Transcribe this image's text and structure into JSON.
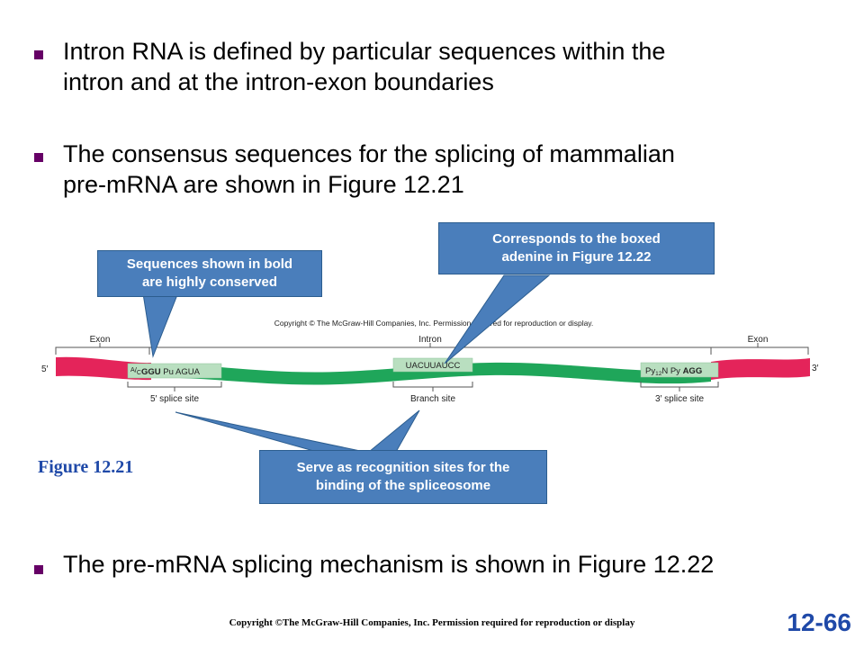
{
  "bullets": [
    {
      "line1": "Intron RNA is defined by particular sequences within the",
      "line2": "intron and at the intron-exon boundaries"
    },
    {
      "line1": "The consensus sequences for the splicing of mammalian",
      "line2": "pre-mRNA are shown in Figure 12.21"
    },
    {
      "line1": "The pre-mRNA splicing mechanism is shown in Figure 12.22",
      "line2": ""
    }
  ],
  "callouts": {
    "conserved": {
      "line1": "Sequences shown in bold",
      "line2": "are highly conserved"
    },
    "adenine": {
      "line1": "Corresponds to the boxed",
      "line2": "adenine in Figure 12.22"
    },
    "recognition": {
      "line1": "Serve as recognition sites for the",
      "line2": "binding of the spliceosome"
    }
  },
  "figure": {
    "copyright": "Copyright © The McGraw-Hill Companies, Inc. Permission required for reproduction or display.",
    "exon_left": "Exon",
    "intron": "Intron",
    "exon_right": "Exon",
    "end5": "5′",
    "end3": "3′",
    "seq5_a": "A",
    "seq5_b": "/",
    "seq5_c": "C",
    "seq5_bold": "GGU",
    "seq5_rest": " Pu AGUA",
    "branch_seq": "UACUUAUCC",
    "seq3_py": "Py",
    "seq3_sub": "12",
    "seq3_mid": "N Py ",
    "seq3_bold": "AGG",
    "site5": "5′ splice site",
    "branch": "Branch site",
    "site3": "3′ splice site",
    "colors": {
      "exon": "#e4245a",
      "intron": "#1fa65a",
      "seqbox": "#b9dfc0",
      "callout": "#4a7ebb"
    }
  },
  "figure_label": "Figure 12.21",
  "copyright_footer": "Copyright ©The McGraw-Hill Companies, Inc. Permission required for reproduction or display",
  "slide_number": "12-66"
}
